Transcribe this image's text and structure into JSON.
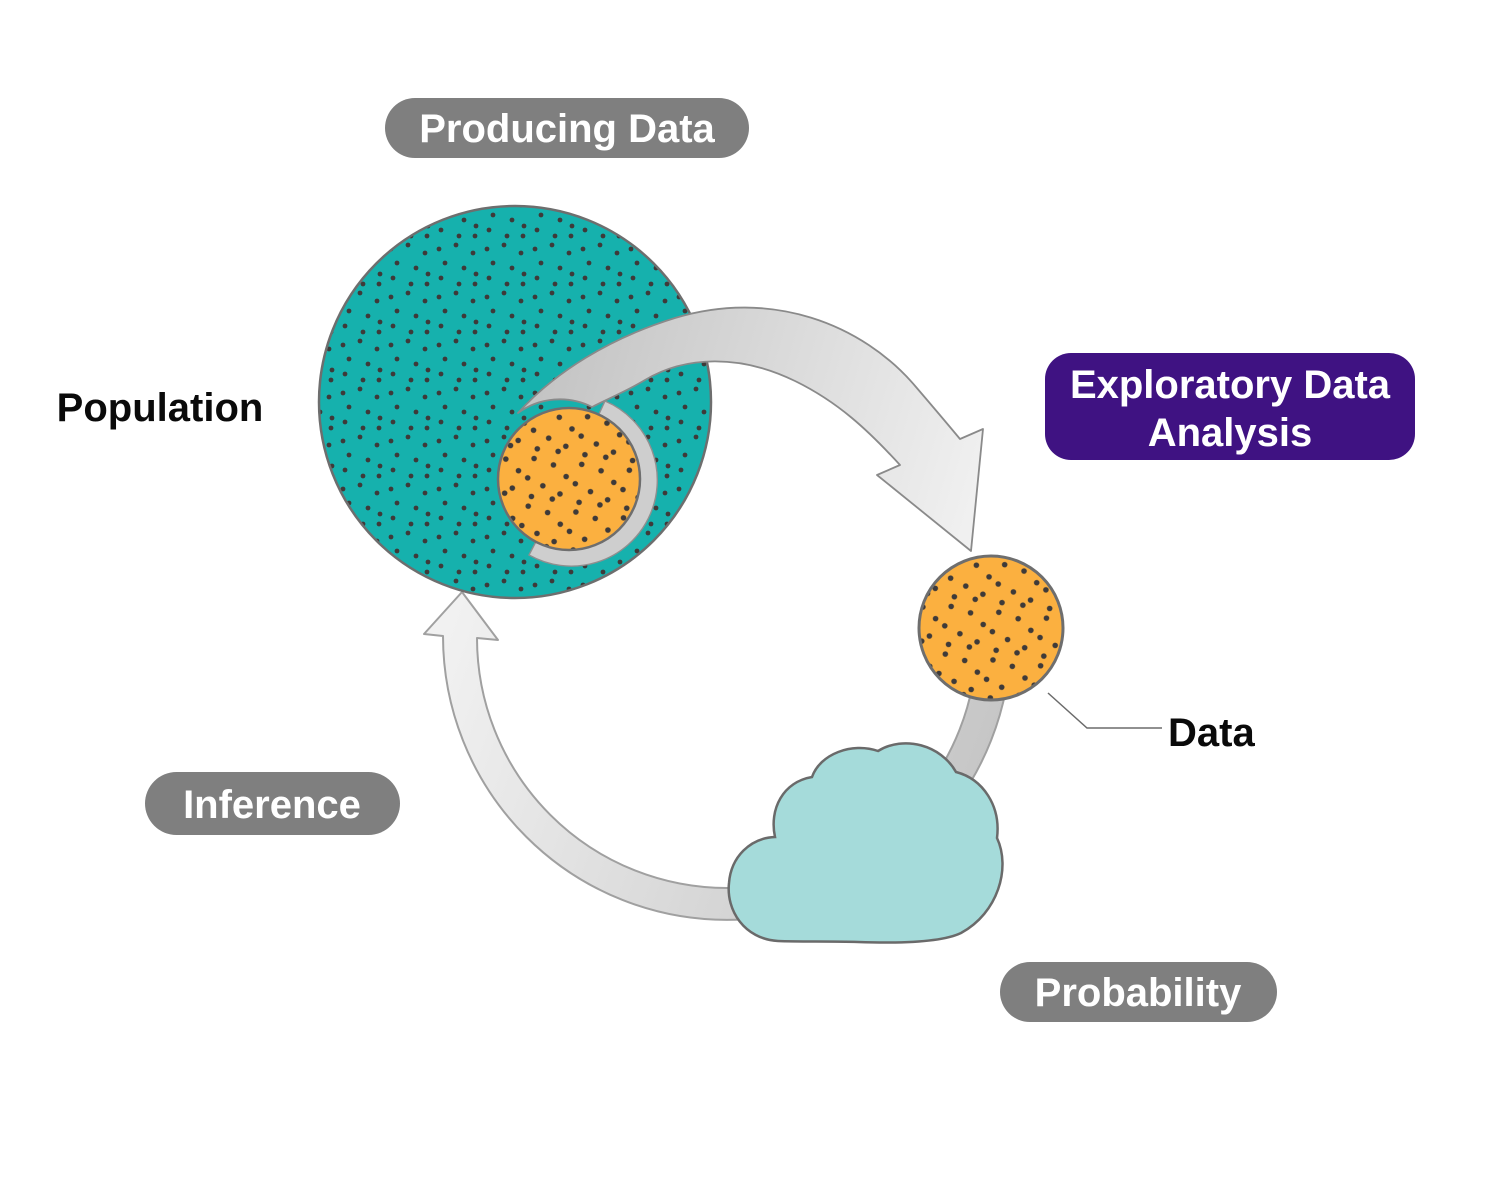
{
  "diagram": {
    "badges": {
      "producing_data": "Producing Data",
      "eda_line1": "Exploratory Data",
      "eda_line2": "Analysis",
      "inference": "Inference",
      "probability": "Probability"
    },
    "labels": {
      "population": "Population",
      "data": "Data"
    },
    "colors": {
      "population_teal": "#16B1AD",
      "sample_orange": "#FBB040",
      "dot": "#3E3A39",
      "cloud_fill": "#A5DBDA",
      "badge_gray": "#7F7F7F",
      "eda_purple": "#3F1282",
      "arrow_fill_dark": "#C2C2C2",
      "arrow_fill_light": "#F2F2F2",
      "cycle_fill_light": "#F1F1F1",
      "cycle_fill_dark": "#C4C4C4",
      "outline_gray": "#6E6E6E",
      "badge_text": "#FFFFFF",
      "label_text": "#0A0A0A"
    }
  }
}
